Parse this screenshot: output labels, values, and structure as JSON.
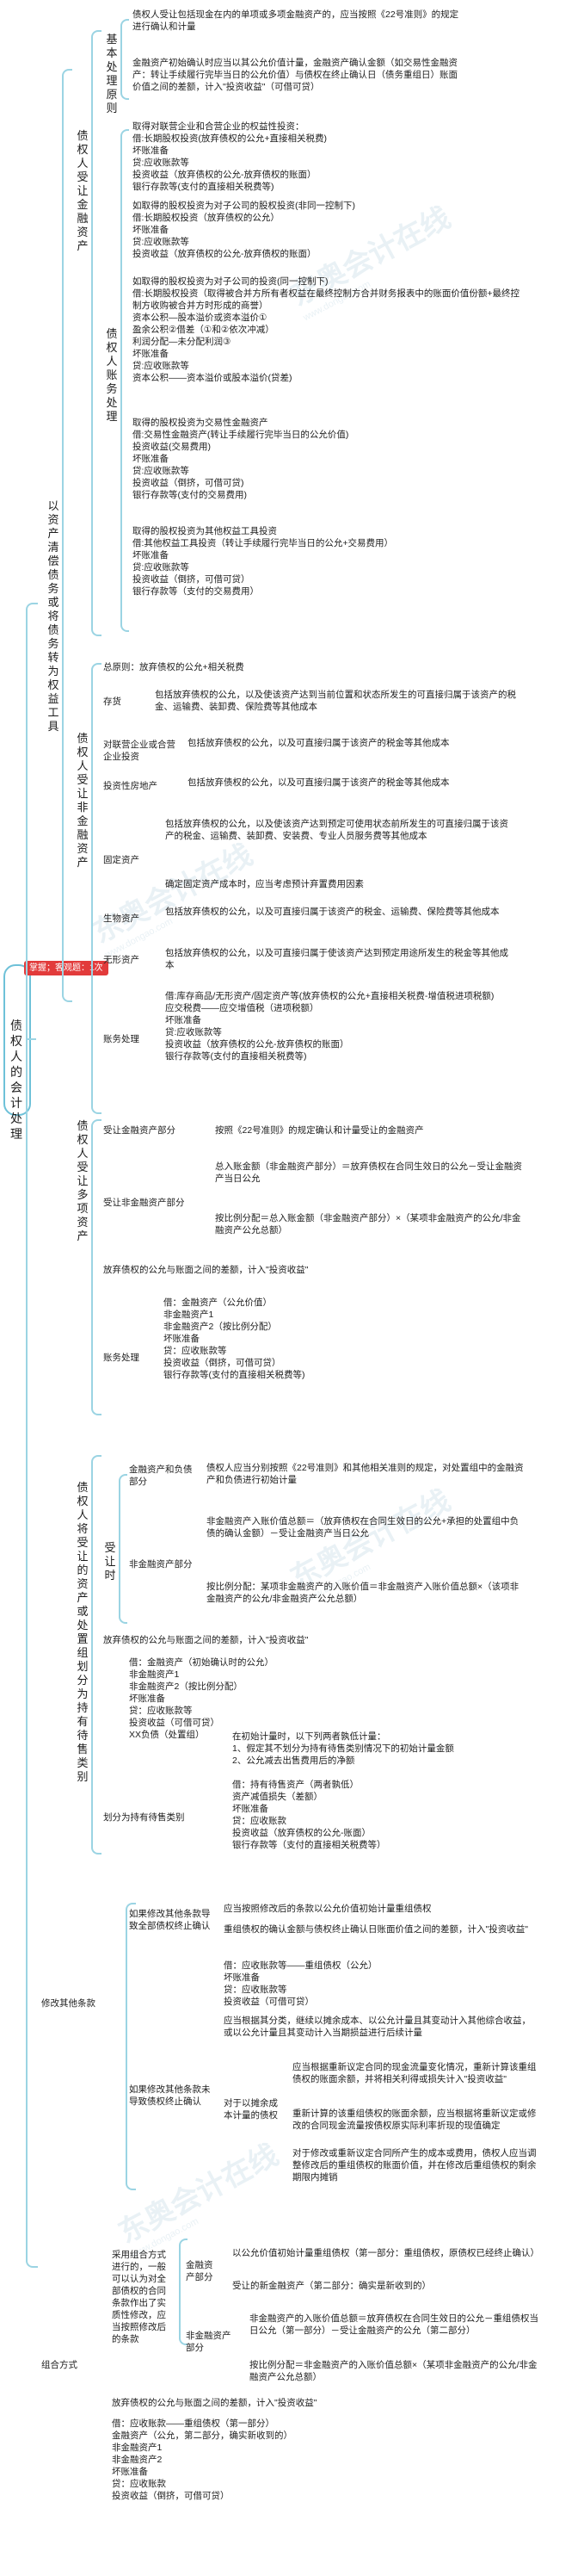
{
  "root": {
    "title": "债权人的会计处理",
    "badge": "掌握；客观题：1次"
  },
  "watermark": {
    "text": "东奥会计在线",
    "domain": "www.dongao.com"
  },
  "section1": {
    "title": "以资产清偿债务或将债务转为权益工具",
    "creditor_receive_financial": {
      "title": "债权人受让金融资产",
      "basic_principle": {
        "title": "基本处理原则",
        "p1": "债权人受让包括现金在内的单项或多项金融资产的，应当按照《22号准则》的规定进行确认和计量",
        "p2": "金融资产初始确认时应当以其公允价值计量，金融资产确认金额（如交易性金融资产：转让手续履行完毕当日的公允价值）与债权在终止确认日（债务重组日）账面价值之间的差额，计入\"投资收益\"（可借可贷）"
      },
      "accounting": {
        "title": "债权人账务处理",
        "e1": "取得对联营企业和合营企业的权益性投资：\n借:长期股权投资(放弃债权的公允+直接相关税费)\n      坏账准备\n   贷:应收账款等\n        投资收益（放弃债权的公允-放弃债权的账面）\n        银行存款等(支付的直接相关税费等)",
        "e2": "如取得的股权投资为对子公司的股权投资(非同一控制下)\n借:长期股权投资（放弃债权的公允）\n      坏账准备\n   贷:应收账款等\n        投资收益（放弃债权的公允-放弃债权的账面）",
        "e3": "如取得的股权投资为对子公司的投资(同一控制下)\n借:长期股权投资（取得被合并方所有者权益在最终控制方合并财务报表中的账面价值份额+最终控制方收购被合并方时形成的商誉）\n      资本公积—股本溢价或资本溢价①\n      盈余公积②借差（①和②依次冲减）\n      利润分配—未分配利润③\n      坏账准备\n   贷:应收账款等\n        资本公积——资本溢价或股本溢价(贷差)",
        "e4": "取得的股权投资为交易性金融资产\n借:交易性金融资产(转让手续履行完毕当日的公允价值)\n      投资收益(交易费用)\n      坏账准备\n   贷:应收账款等\n        投资收益（倒挤，可借可贷)\n        银行存款等(支付的交易费用)",
        "e5": "取得的股权投资为其他权益工具投资\n借:其他权益工具投资（转让手续履行完毕当日的公允+交易费用）\n      坏账准备\n   贷:应收账款等\n        投资收益（倒挤，可借可贷）\n        银行存款等（支付的交易费用）"
      }
    },
    "creditor_receive_nonfinancial": {
      "title": "债权人受让非金融资产",
      "general": "总原则：放弃债权的公允+相关税费",
      "inventory_label": "存货",
      "inventory": "包括放弃债权的公允，以及使该资产达到当前位置和状态所发生的可直接归属于该资产的税金、运输费、装卸费、保险费等其他成本",
      "invest_label": "对联营企业或合营企业投资",
      "invest": "包括放弃债权的公允，以及可直接归属于该资产的税金等其他成本",
      "realestate_label": "投资性房地产",
      "realestate": "包括放弃债权的公允，以及可直接归属于该资产的税金等其他成本",
      "fixed_label": "固定资产",
      "fixed1": "包括放弃债权的公允，以及使该资产达到预定可使用状态前所发生的可直接归属于该资产的税金、运输费、装卸费、安装费、专业人员服务费等其他成本",
      "fixed2": "确定固定资产成本时，应当考虑预计弃置费用因素",
      "bio_label": "生物资产",
      "bio": "包括放弃债权的公允，以及可直接归属于该资产的税金、运输费、保险费等其他成本",
      "intangible_label": "无形资产",
      "intangible": "包括放弃债权的公允，以及可直接归属于使该资产达到预定用途所发生的税金等其他成本",
      "entry_label": "账务处理",
      "entry": "借:库存商品/无形资产/固定资产等(放弃债权的公允+直接相关税费-增值税进项税额)\n      应交税费——应交增值税（进项税额）\n      坏账准备\n   贷:应收账款等\n        投资收益（放弃债权的公允-放弃债权的账面）\n        银行存款等(支付的直接相关税费等)"
    },
    "creditor_receive_multiple": {
      "title": "债权人受让多项资产",
      "a_label": "受让金融资产部分",
      "a": "按照《22号准则》的规定确认和计量受让的金融资产",
      "b_label": "受让非金融资产部分",
      "b1": "总入账金额（非金融资产部分）＝放弃债权在合同生效日的公允－受让金融资产当日公允",
      "b2": "按比例分配＝总入账金额（非金融资产部分）×（某项非金融资产的公允/非金融资产公允总额）",
      "c": "放弃债权的公允与账面之间的差额，计入\"投资收益\"",
      "entry_label": "账务处理",
      "entry": "借：金融资产（公允价值）\n      非金融资产1\n      非金融资产2（按比例分配）\n      坏账准备\n   贷：应收账款等\n        投资收益（倒挤，可借可贷）\n        银行存款等(支付的直接相关税费等)"
    },
    "creditor_joint_venture": {
      "title": "债权人将受让的资产或处置组划分为持有待售类别",
      "receive_label": "受让时",
      "fin_label": "金融资产和负债部分",
      "fin": "债权人应当分别按照《22号准则》和其他相关准则的规定，对处置组中的金融资产和负债进行初始计量",
      "nonfin_label": "非金融资产部分",
      "nonfin1": "非金融资产入账价值总额＝（放弃债权在合同生效日的公允+承担的处置组中负债的确认金额）－受让金融资产当日公允",
      "nonfin2": "按比例分配：某项非金融资产的入账价值＝非金融资产入账价值总额×（该项非金融资产的公允/非金融资产公允总额）",
      "diff": "放弃债权的公允与账面之间的差额，计入\"投资收益\"",
      "entry": "借：金融资产（初始确认时的公允）\n      非金融资产1\n      非金融资产2（按比例分配）\n      坏账准备\n   贷：应收账款等\n        投资收益（可借可贷）\n        XX负债（处置组）",
      "hfs_label": "划分为持有待售类别",
      "hfs": "在初始计量时，以下列两者孰低计量：\n1、假定其不划分为持有待售类别情况下的初始计量金额\n2、公允减去出售费用后的净额\n\n借：持有待售资产（两者孰低）\n      资产减值损失（差额）\n      坏账准备\n   贷：应收账款\n        投资收益（放弃债权的公允-账面）\n        银行存款等（支付的直接相关税费等）"
    }
  },
  "section2": {
    "title": "修改其他条款",
    "a_label": "如果修改其他条款导致全部债权终止确认",
    "a1": "应当按照修改后的条款以公允价值初始计量重组债权",
    "a2": "重组债权的确认金额与债权终止确认日账面价值之间的差额，计入\"投资收益\"",
    "a3": "借：应收账款等——重组债权（公允）\n      坏账准备\n   贷：应收账款等\n        投资收益（可借可贷）",
    "b_label": "如果修改其他条款未导致债权终止确认",
    "b1": "应当根据其分类，继续以摊余成本、以公允计量且其变动计入其他综合收益，或以公允计量且其变动计入当期损益进行后续计量",
    "b_sub_label": "对于以摊余成本计量的债权",
    "b2": "应当根据重新议定合同的现金流量变化情况，重新计算该重组债权的账面余额，并将相关利得或损失计入\"投资收益\"",
    "b3": "重新计算的该重组债权的账面余额，应当根据将重新议定或修改的合同现金流量按债权原实际利率折现的现值确定",
    "b4": "对于修改或重新议定合同所产生的成本或费用，债权人应当调整修改后的重组债权的账面价值，并在修改后重组债权的剩余期限内摊销"
  },
  "section3": {
    "title": "组合方式",
    "intro": "采用组合方式进行的，一般可以认为对全部债权的合同条款作出了实质性修改，应当按照修改后的条款",
    "fin_label": "金融资产部分",
    "fin1": "以公允价值初始计量重组债权（第一部分：重组债权，原债权已经终止确认）",
    "fin2": "受让的新金融资产（第二部分：确实是新收到的）",
    "nonfin_label": "非金融资产部分",
    "nonfin1": "非金融资产的入账价值总额＝放弃债权在合同生效日的公允－重组债权当日公允（第一部分）－受让金融资产的公允（第二部分）",
    "nonfin2": "按比例分配＝非金融资产的入账价值总额×（某项非金融资产的公允/非金融资产公允总额）",
    "diff": "放弃债权的公允与账面之间的差额，计入\"投资收益\"",
    "entry": "借：应收账款——重组债权（第一部分）\n      金融资产（公允，第二部分，确实新收到的）\n      非金融资产1\n      非金融资产2\n      坏账准备\n   贷：应收账款\n        投资收益（倒挤，可借可贷）"
  }
}
